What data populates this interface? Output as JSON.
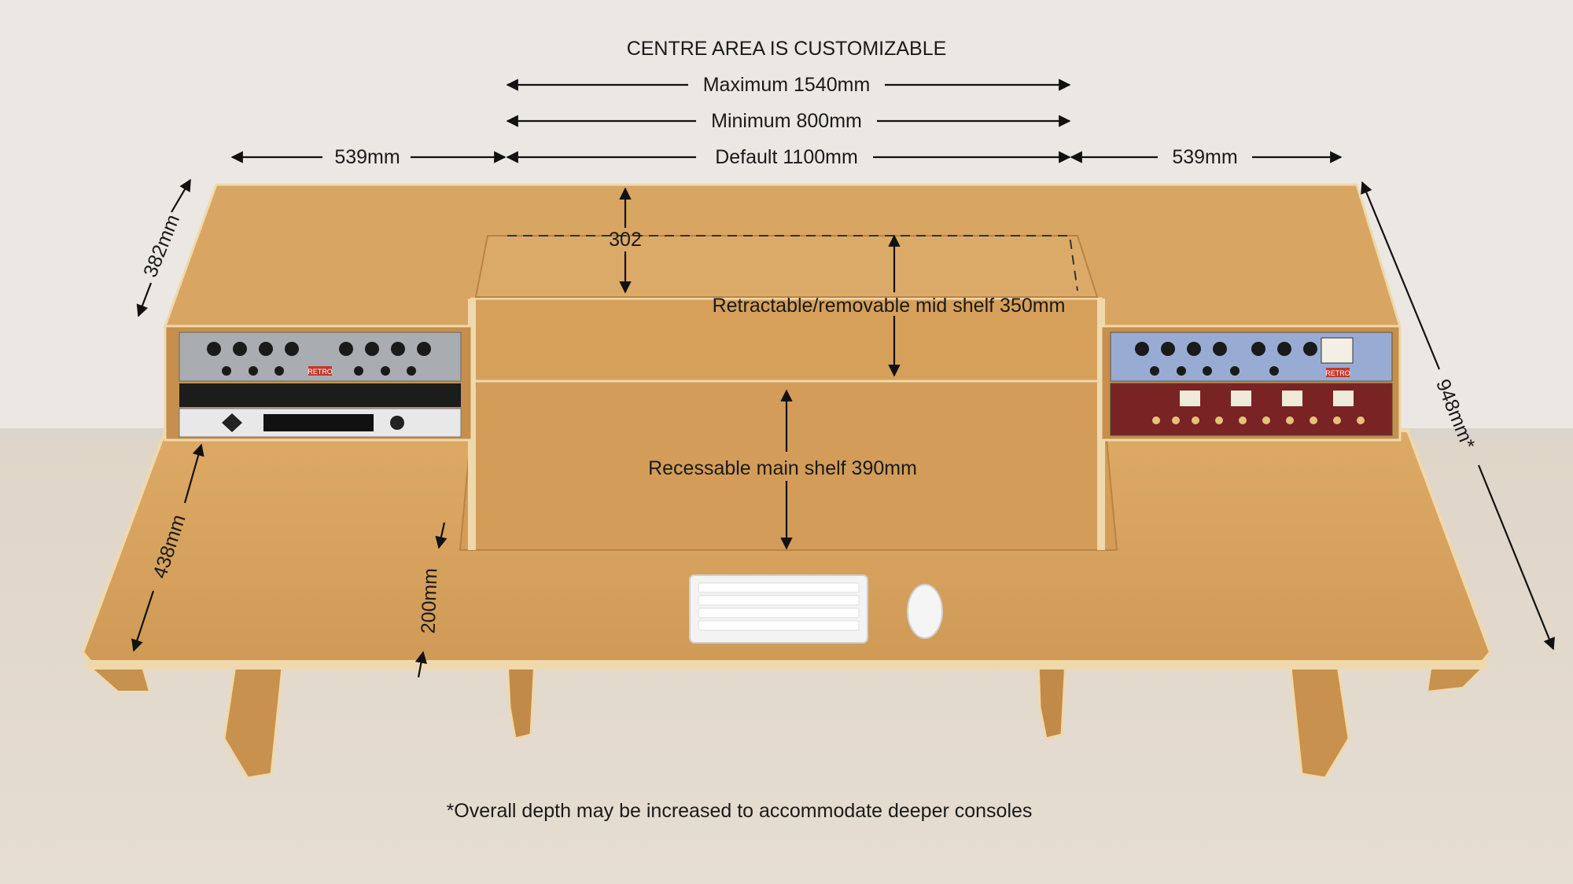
{
  "header": {
    "title": "CENTRE AREA IS CUSTOMIZABLE",
    "max_width": "Maximum 1540mm",
    "min_width": "Minimum 800mm",
    "default_width": "Default 1100mm",
    "side_left_width": "539mm",
    "side_right_width": "539mm"
  },
  "dimensions": {
    "rear_depth": "382mm",
    "overall_depth": "948mm*",
    "front_wing_depth": "438mm",
    "step_height": "200mm",
    "upper_clearance": "302",
    "mid_shelf": "Retractable/removable mid shelf 350mm",
    "main_shelf": "Recessable main shelf 390mm"
  },
  "rack_gear": {
    "left_top_brand": "RETRO",
    "right_top_brand": "RETRO"
  },
  "footnote": "*Overall depth may be increased to accommodate deeper consoles",
  "colors": {
    "wall": "#eae6e1",
    "floor": "#dcd2c5",
    "wood": "#d6a25e",
    "wood_dark": "#b98345",
    "plywood_edge": "#efd9ac",
    "dimension_line": "#111111"
  }
}
